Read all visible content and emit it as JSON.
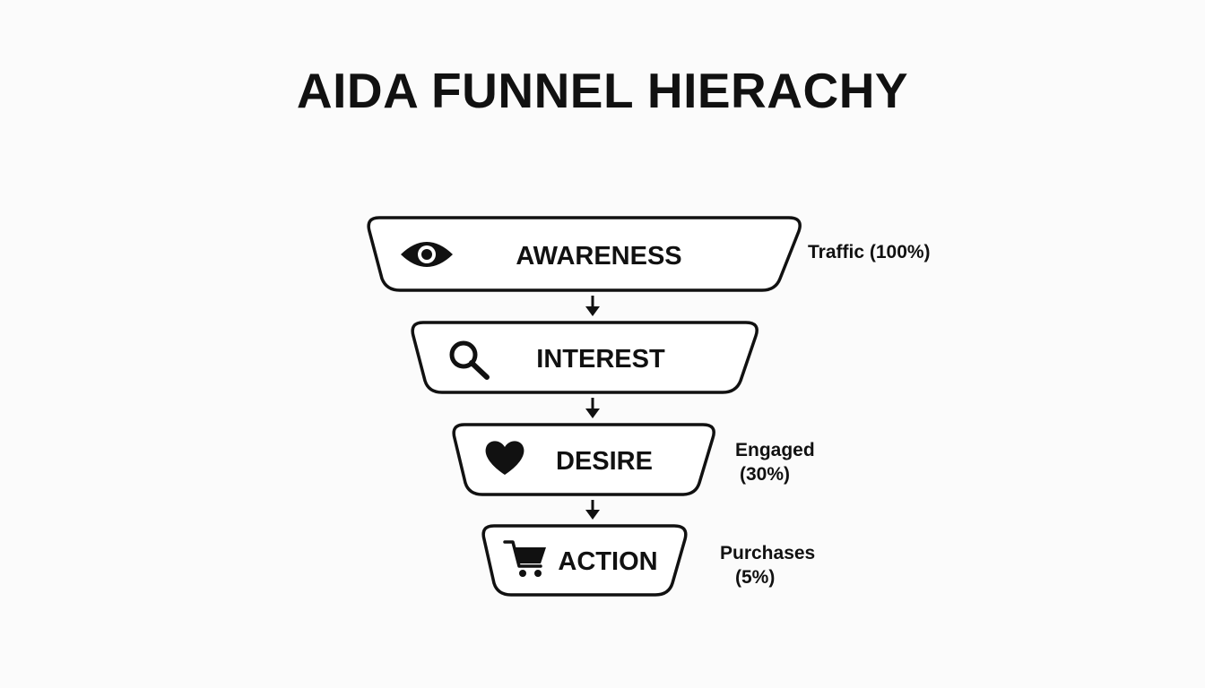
{
  "title": "AIDA FUNNEL HIERACHY",
  "stages": [
    {
      "label": "AWARENESS",
      "icon": "eye-icon"
    },
    {
      "label": "INTEREST",
      "icon": "magnifier-icon"
    },
    {
      "label": "DESIRE",
      "icon": "heart-icon"
    },
    {
      "label": "ACTION",
      "icon": "cart-icon"
    }
  ],
  "metrics": {
    "awareness": "Traffic (100%)",
    "desire_line1": "Engaged",
    "desire_line2": "(30%)",
    "action_line1": "Purchases",
    "action_line2": "(5%)"
  },
  "colors": {
    "background": "#fbfbfb",
    "ink": "#111111",
    "stage_fill": "#ffffff"
  }
}
